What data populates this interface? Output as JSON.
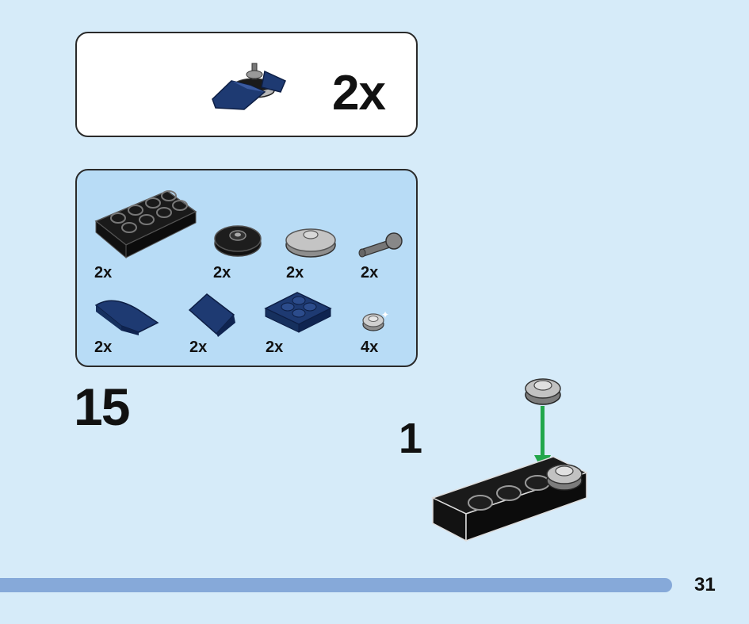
{
  "submodel": {
    "quantity": "2x"
  },
  "parts": [
    {
      "icon": "black-plate-2x4-icon",
      "qty": "2x"
    },
    {
      "icon": "black-round-plate-icon",
      "qty": "2x"
    },
    {
      "icon": "gray-dish-icon",
      "qty": "2x"
    },
    {
      "icon": "gray-bar-with-ball-icon",
      "qty": "2x"
    },
    {
      "icon": "blue-curved-slope-icon",
      "qty": "2x"
    },
    {
      "icon": "blue-slope-icon",
      "qty": "2x"
    },
    {
      "icon": "blue-plate-2x2-icon",
      "qty": "2x"
    },
    {
      "icon": "gray-round-plate-icon",
      "qty": "4x"
    }
  ],
  "step": {
    "number": "15",
    "substep": "1"
  },
  "page": {
    "number": "31"
  },
  "colors": {
    "background": "#d6ebf9",
    "parts_panel": "#b8dcf6",
    "progress_bar": "#86a9d9",
    "dark_blue": "#1e3a72",
    "arrow_green": "#22a64b"
  }
}
